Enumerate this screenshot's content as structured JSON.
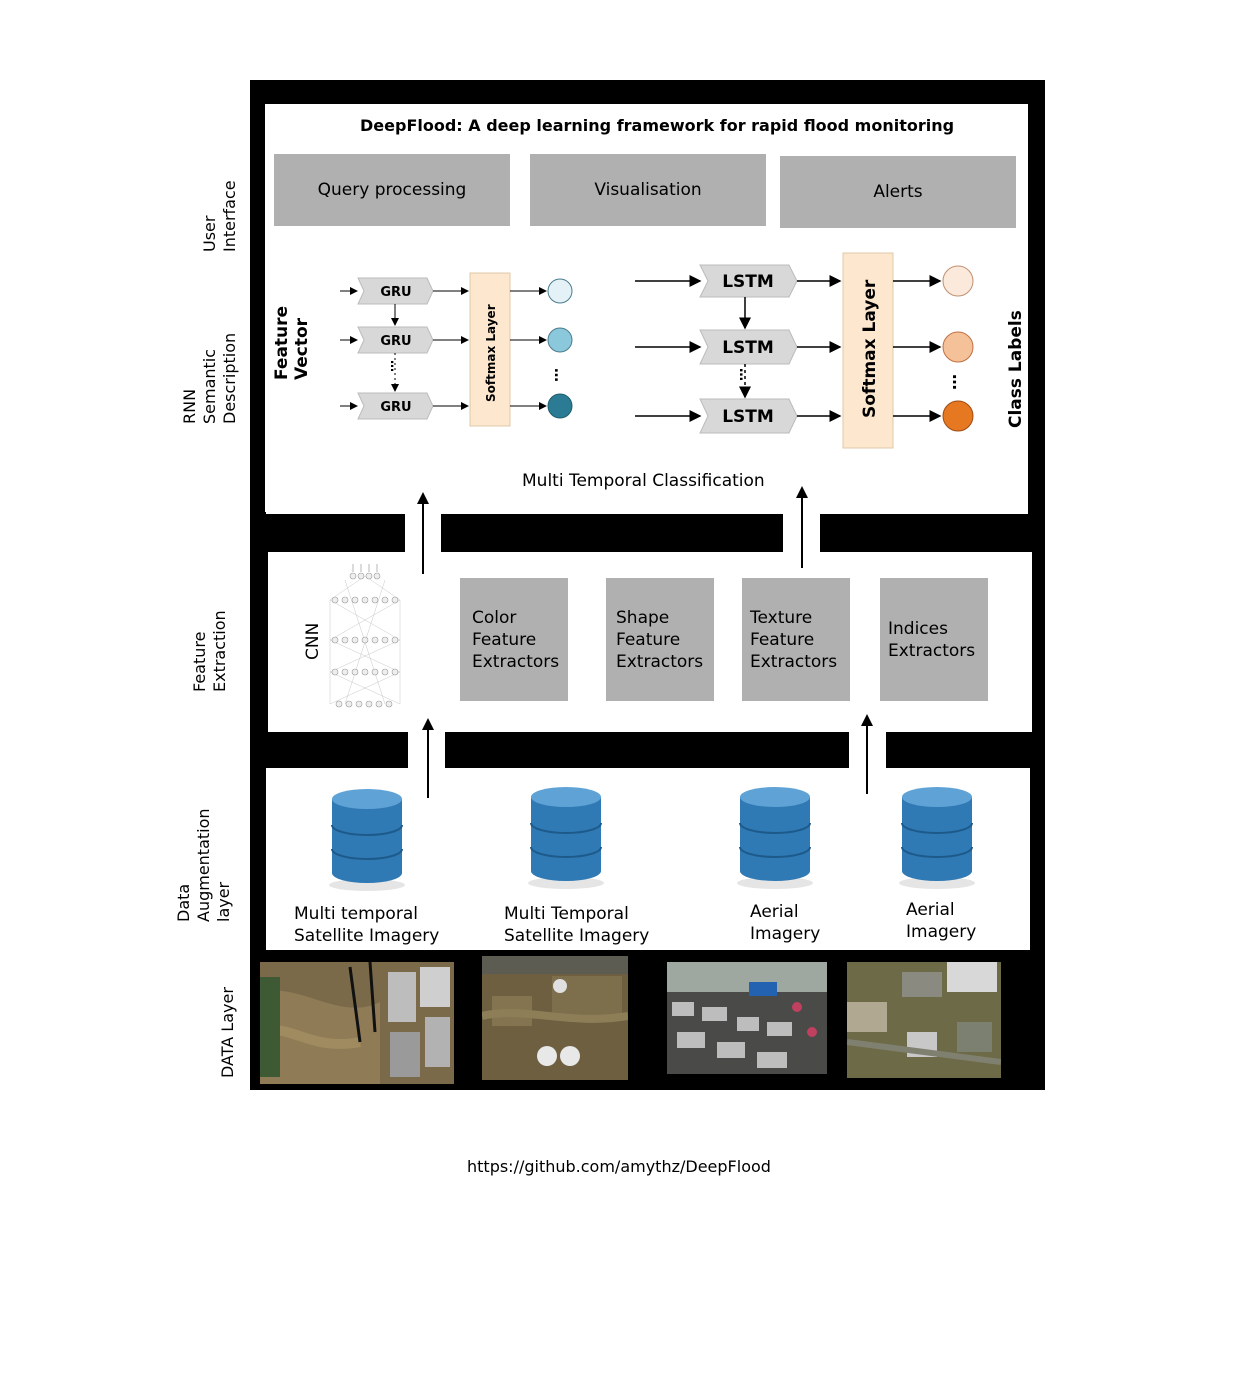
{
  "title": "DeepFlood: A  deep learning framework for rapid flood monitoring",
  "layers": {
    "ui": [
      "User",
      "Interface"
    ],
    "rnn": [
      "RNN",
      "Semantic",
      "Description"
    ],
    "feature": [
      "Feature",
      "Extraction"
    ],
    "augmentation": [
      "Data",
      "Augmentation",
      "layer"
    ],
    "data": "DATA Layer"
  },
  "ui_boxes": [
    "Query processing",
    "Visualisation",
    "Alerts"
  ],
  "rnn": {
    "feature_vector": [
      "Feature",
      "Vector"
    ],
    "class_labels": "Class Labels",
    "gru": "GRU",
    "lstm": "LSTM",
    "softmax": "Softmax Layer",
    "dots": "…",
    "caption": "Multi Temporal Classification",
    "gru_output_colors": [
      "#e4f2f7",
      "#8cc8dc",
      "#2a7b93"
    ],
    "lstm_output_colors": [
      "#fbe9dc",
      "#f5c199",
      "#e67822"
    ]
  },
  "feature_extraction": {
    "cnn": "CNN",
    "extractors": [
      [
        "Color",
        "Feature",
        "Extractors"
      ],
      [
        "Shape",
        "Feature",
        "Extractors"
      ],
      [
        "Texture",
        "Feature",
        "Extractors"
      ],
      [
        "Indices",
        "Extractors"
      ]
    ]
  },
  "databases": [
    [
      "Multi temporal",
      "Satellite  Imagery"
    ],
    [
      "Multi Temporal",
      "Satellite Imagery"
    ],
    [
      "Aerial",
      "Imagery"
    ],
    [
      "Aerial",
      "Imagery"
    ]
  ],
  "icons": [
    "database-icon",
    "neural-network-icon",
    "arrow-up-icon"
  ],
  "url": "https://github.com/amythz/DeepFlood"
}
